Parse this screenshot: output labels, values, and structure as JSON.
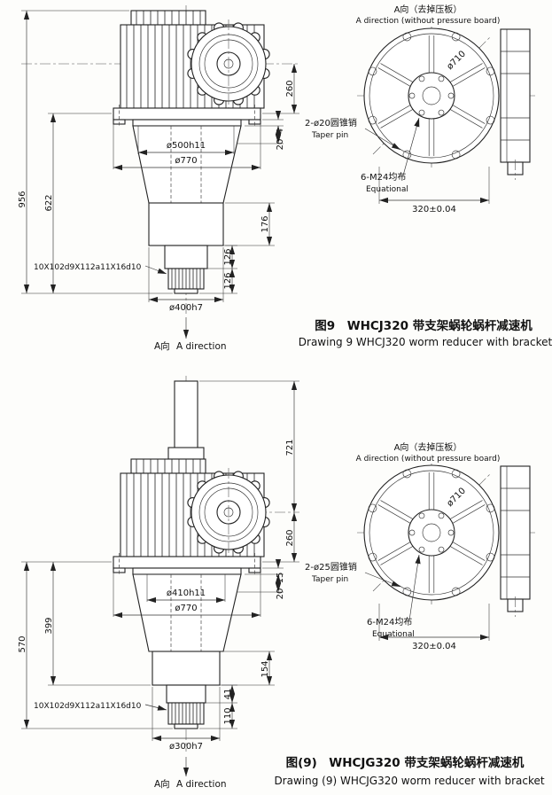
{
  "fig1": {
    "main": {
      "d956": "956",
      "d622": "622",
      "d260": "260",
      "d4": "4",
      "d20": "20",
      "d176": "176",
      "d126a": "126",
      "d126b": "126",
      "dia_spigot": "ø500h11",
      "dia_flange": "ø770",
      "dia_shaft": "ø400h7",
      "spline": "10X102d9X112a11X16d10",
      "adir_cn": "A向",
      "adir_en": "A direction"
    },
    "aview": {
      "title_cn": "A向（去掉压板）",
      "title_en": "A direction (without pressure board)",
      "dia710": "ø710",
      "taper_cn": "2-ø20圆锥销",
      "taper_en": "Taper pin",
      "bolt_cn": "6-M24均布",
      "bolt_en": "Equational",
      "d320": "320±0.04"
    },
    "caption_cn": "图9　WHCJ320 带支架蜗轮蜗杆减速机",
    "caption_en": "Drawing 9 WHCJ320 worm reducer with bracket"
  },
  "fig2": {
    "main": {
      "d721": "721",
      "d260": "260",
      "d15": "15",
      "d20": "20",
      "d154": "154",
      "d41": "41",
      "d110": "110",
      "d399": "399",
      "d570": "570",
      "dia_spigot": "ø410h11",
      "dia_flange": "ø770",
      "dia_shaft": "ø300h7",
      "spline": "10X102d9X112a11X16d10",
      "adir_cn": "A向",
      "adir_en": "A direction"
    },
    "aview": {
      "title_cn": "A向（去掉压板）",
      "title_en": "A direction (without pressure board)",
      "dia710": "ø710",
      "taper_cn": "2-ø25圆锥销",
      "taper_en": "Taper pin",
      "bolt_cn": "6-M24均布",
      "bolt_en": "Equational",
      "d320": "320±0.04"
    },
    "caption_cn": "图(9)　WHCJG320 带支架蜗轮蜗杆减速机",
    "caption_en": "Drawing (9) WHCJG320 worm reducer with bracket"
  }
}
